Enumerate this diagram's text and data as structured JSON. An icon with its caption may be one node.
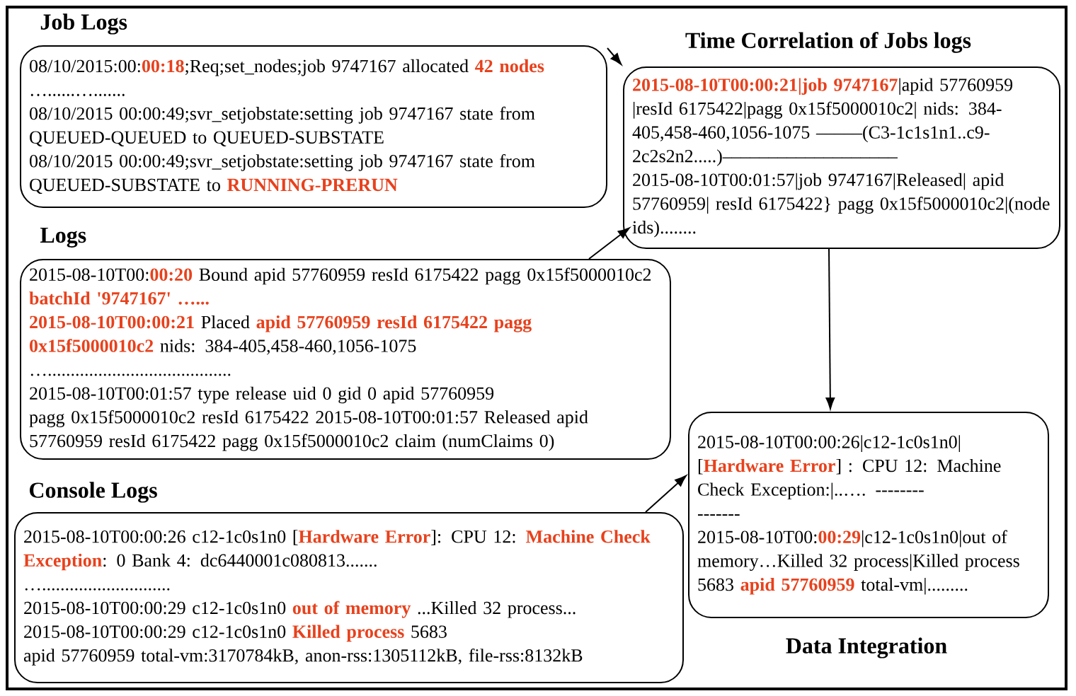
{
  "diagram": {
    "nodes": [
      {
        "text": [
          "Job Logs",
          "08/10/2015:00:**00:18**;Req;set_nodes;job 9747167 allocated **42 nodes** …......….......",
          "08/10/2015 00:00:49;svr_setjobstate:setting job 9747167 state from QUEUED-QUEUED to QUEUED-SUBSTATE",
          "08/10/2015 00:00:49;svr_setjobstate:setting job 9747167 state from QUEUED-SUBSTATE to **RUNNING-PRERUN**"
        ]
      },
      {
        "text": [
          "Logs",
          "2015-08-10T00:**00:20** Bound apid 57760959 resId 6175422 pagg 0x15f5000010c2 **batchId '9747167' …...**",
          "**2015-08-10T00:00:21** Placed **apid 57760959 resId 6175422 pagg 0x15f5000010c2** nids: 384-405,458-460,1056-1075",
          "…........................................",
          "2015-08-10T00:01:57 type release uid 0 gid 0 apid 57760959",
          "pagg 0x15f5000010c2 resId 6175422 2015-08-10T00:01:57 Released apid 57760959 resId 6175422 pagg 0x15f5000010c2 claim (numClaims 0)"
        ]
      },
      {
        "text": [
          "Console Logs",
          "2015-08-10T00:00:26 c12-1c0s1n0 [**Hardware Error**]: CPU 12: **Machine Check Exception**: 0 Bank 4: dc6440001c080813.......",
          "…............................",
          "2015-08-10T00:00:29 c12-1c0s1n0 **out of memory** ...Killed 32 process...",
          "2015-08-10T00:00:29 c12-1c0s1n0 **Killed process** 5683",
          "apid 57760959 total-vm:3170784kB, anon-rss:1305112kB, file-rss:8132kB"
        ]
      },
      {
        "text": [
          "Time Correlation of Jobs logs",
          "**2015-08-10T00:00:21|job 9747167**|apid 57760959 |resId 6175422|pagg 0x15f5000010c2| nids: 384-405,458-460,1056-1075 –––––(C3-1c1s1n1..c9-2c2s2n2.....)–––––––––––––––––––",
          "2015-08-10T00:01:57|job 9747167|Released| apid 57760959| resId 6175422} pagg 0x15f5000010c2|(node ids)........"
        ]
      },
      {
        "text": [
          "2015-08-10T00:00:26|c12-1c0s1n0| [**Hardware Error**] : CPU 12: Machine Check Exception:|..…. --------",
          "-------",
          "2015-08-10T00:**00:29**|c12-1c0s1n0|out of memory…Killed 32 process|Killed process 5683 **apid 57760959** total-vm|.........",
          "Data Integration"
        ]
      }
    ],
    "edges": [
      {
        "from": 0,
        "to": 3,
        "arrow": "to"
      },
      {
        "from": 1,
        "to": 3,
        "arrow": "to"
      },
      {
        "from": 3,
        "to": 4,
        "arrow": "to"
      },
      {
        "from": 2,
        "to": 4,
        "arrow": "to"
      }
    ]
  }
}
